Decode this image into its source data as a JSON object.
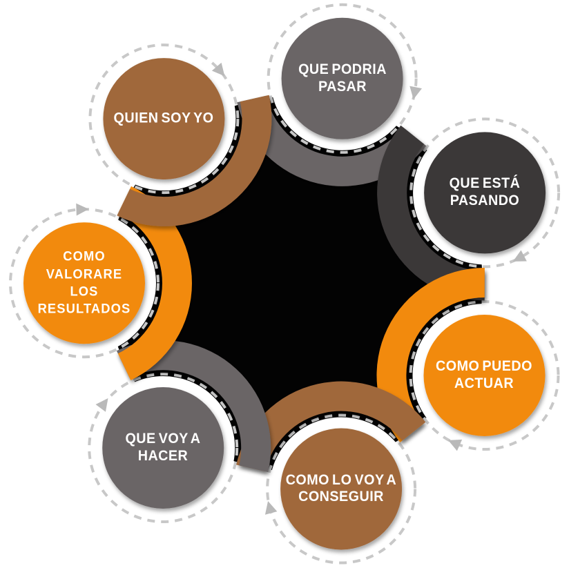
{
  "diagram": {
    "type": "cycle-diagram",
    "background_color": "#ffffff",
    "hub_color": "#030303",
    "dashed_ring_color": "#c8c8c8",
    "arrow_color": "#b9b9b9",
    "label_text_color": "#ffffff",
    "palette": {
      "gray": "#6a6566",
      "dark_gray": "#3b3839",
      "orange": "#f28a0f",
      "brown": "#a0683b"
    },
    "nodes": [
      {
        "id": "que-podria-pasar",
        "label": "QUE PODRIA PASAR",
        "lines": [
          "QUE PODRIA",
          "PASAR"
        ],
        "color": "#6a6566"
      },
      {
        "id": "que-esta-pasando",
        "label": "QUE ESTÁ PASANDO",
        "lines": [
          "QUE ESTÁ",
          "PASANDO"
        ],
        "color": "#3b3839"
      },
      {
        "id": "como-puedo-actuar",
        "label": "COMO PUEDO ACTUAR",
        "lines": [
          "COMO PUEDO",
          "ACTUAR"
        ],
        "color": "#f28a0f"
      },
      {
        "id": "como-lo-voy-a-conseguir",
        "label": "COMO LO VOY A CONSEGUIR",
        "lines": [
          "COMO LO VOY A",
          "CONSEGUIR"
        ],
        "color": "#a0683b"
      },
      {
        "id": "que-voy-a-hacer",
        "label": "QUE VOY A HACER",
        "lines": [
          "QUE VOY A",
          "HACER"
        ],
        "color": "#6a6566"
      },
      {
        "id": "como-valorare-los-resultados",
        "label": "COMO VALORARE LOS RESULTADOS",
        "lines": [
          "COMO",
          "VALORARE",
          "LOS",
          "RESULTADOS"
        ],
        "color": "#f28a0f"
      },
      {
        "id": "quien-soy-yo",
        "label": "QUIEN SOY YO",
        "lines": [
          "QUIEN SOY YO"
        ],
        "color": "#a0683b"
      }
    ]
  }
}
